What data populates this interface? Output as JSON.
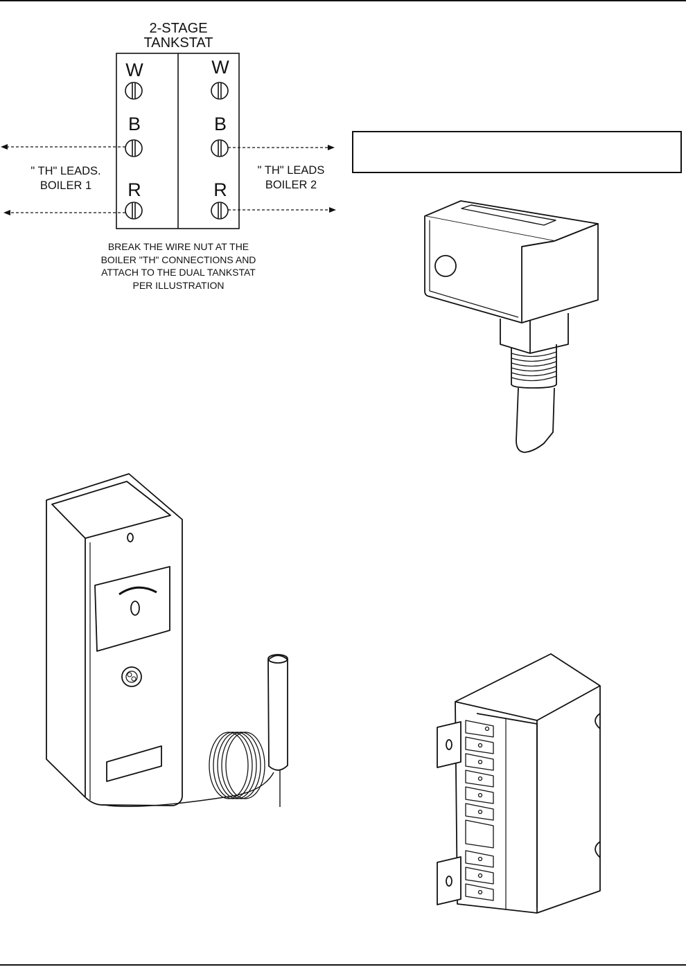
{
  "tankstat_diagram": {
    "title_line1": "2-STAGE",
    "title_line2": "TANKSTAT",
    "left_terminals": [
      "W",
      "B",
      "R"
    ],
    "right_terminals": [
      "W",
      "B",
      "R"
    ],
    "leads_left_line1": "\" TH\" LEADS.",
    "leads_left_line2": "BOILER 1",
    "leads_right_line1": "\" TH\" LEADS",
    "leads_right_line2": "BOILER 2",
    "note_lines": [
      "BREAK THE WIRE NUT AT THE",
      "BOILER \"TH\" CONNECTIONS AND",
      "ATTACH TO THE DUAL TANKSTAT",
      "PER ILLUSTRATION"
    ]
  },
  "label_box_text": "",
  "figures": {
    "immersion_aquastat_icon": "aquastat-well-icon",
    "tank_thermostat_icon": "tank-thermostat-icon",
    "terminal_strip_icon": "terminal-block-icon"
  }
}
